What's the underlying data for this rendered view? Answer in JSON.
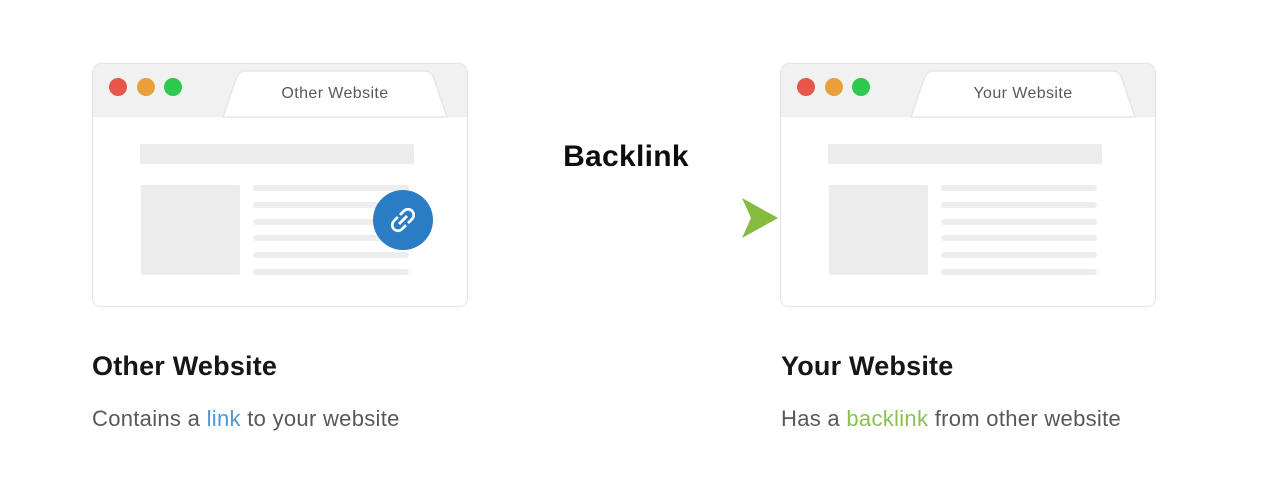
{
  "diagram": {
    "arrow_label": "Backlink",
    "left_window": {
      "tab_title": "Other Website",
      "caption_title": "Other Website",
      "caption_pre": "Contains a ",
      "caption_highlight": "link",
      "caption_post": " to your website"
    },
    "right_window": {
      "tab_title": "Your Website",
      "caption_title": "Your Website",
      "caption_pre": "Has a ",
      "caption_highlight": "backlink",
      "caption_post": " from other website"
    },
    "icons": {
      "window_controls": [
        "close-dot",
        "minimize-dot",
        "maximize-dot"
      ],
      "link_icon": "chain-link"
    },
    "colors": {
      "dot_red": "#e8564a",
      "dot_yellow": "#e9a03b",
      "dot_green": "#2ec84e",
      "link_badge_blue": "#2a7dc4",
      "link_blue": "#4a97d9",
      "backlink_green": "#8cc152",
      "arrow_blue": "#2e7fd1",
      "arrow_green": "#85bb3f"
    }
  }
}
